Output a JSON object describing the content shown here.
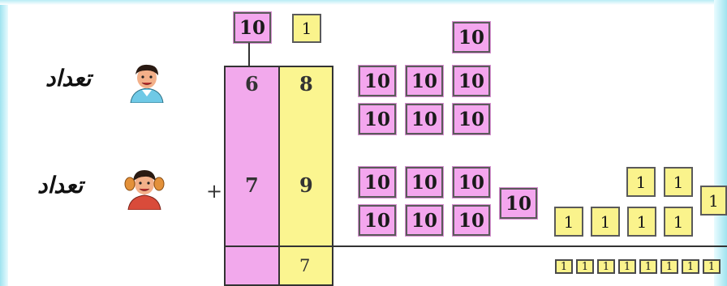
{
  "rows": [
    {
      "label": "تعداد",
      "tens": "6",
      "ones": "8"
    },
    {
      "label": "تعداد",
      "tens": "7",
      "ones": "9"
    }
  ],
  "operator": "+",
  "sum": {
    "tens": "",
    "ones": "7"
  },
  "headers": {
    "tens_label": "10",
    "ones_label": "1"
  },
  "tens_block_label": "10",
  "ones_block_label": "1",
  "colors": {
    "tens": "#f2a9ec",
    "ones": "#fbf590",
    "frame": "#a8e6f0"
  }
}
